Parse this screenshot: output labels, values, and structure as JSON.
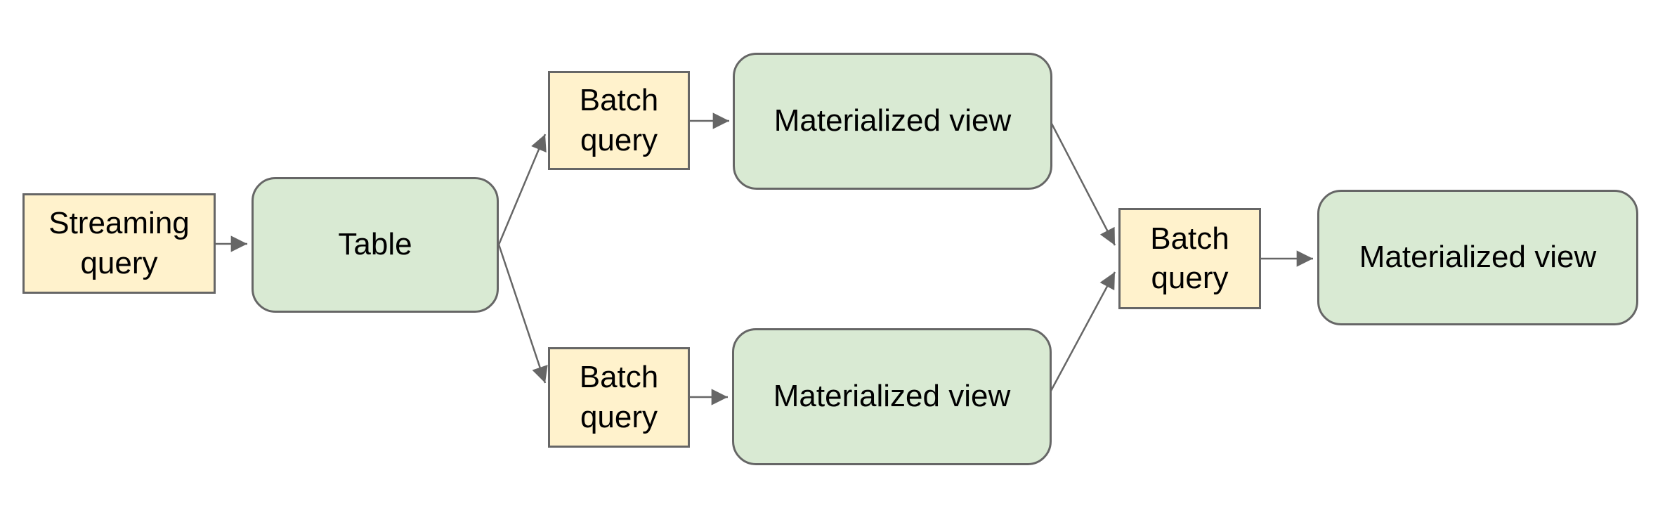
{
  "diagram": {
    "description": "Streaming and batch query pipeline producing materialized views",
    "nodes": [
      {
        "id": "streaming-query",
        "label": "Streaming query",
        "kind": "query"
      },
      {
        "id": "table",
        "label": "Table",
        "kind": "dataset"
      },
      {
        "id": "batch-query-top",
        "label": "Batch query",
        "kind": "query"
      },
      {
        "id": "materialized-view-top",
        "label": "Materialized view",
        "kind": "dataset"
      },
      {
        "id": "batch-query-bottom",
        "label": "Batch query",
        "kind": "query"
      },
      {
        "id": "materialized-view-bottom",
        "label": "Materialized view",
        "kind": "dataset"
      },
      {
        "id": "batch-query-merge",
        "label": "Batch query",
        "kind": "query"
      },
      {
        "id": "materialized-view-final",
        "label": "Materialized view",
        "kind": "dataset"
      }
    ],
    "edges": [
      {
        "from": "streaming-query",
        "to": "table"
      },
      {
        "from": "table",
        "to": "batch-query-top"
      },
      {
        "from": "table",
        "to": "batch-query-bottom"
      },
      {
        "from": "batch-query-top",
        "to": "materialized-view-top"
      },
      {
        "from": "batch-query-bottom",
        "to": "materialized-view-bottom"
      },
      {
        "from": "materialized-view-top",
        "to": "batch-query-merge"
      },
      {
        "from": "materialized-view-bottom",
        "to": "batch-query-merge"
      },
      {
        "from": "batch-query-merge",
        "to": "materialized-view-final"
      }
    ],
    "colors": {
      "query_fill": "#fff2cc",
      "dataset_fill": "#d9ead3",
      "outline": "#666666",
      "arrow": "#666666",
      "text": "#000000",
      "background": "#ffffff"
    }
  }
}
